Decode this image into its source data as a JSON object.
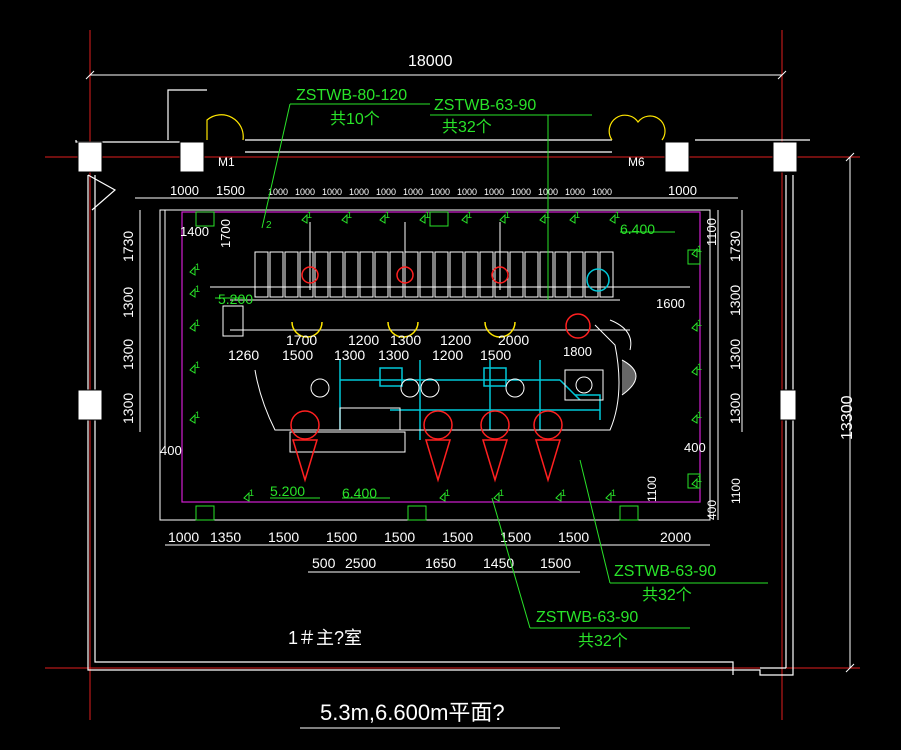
{
  "colors": {
    "background": "#000000",
    "wall": "#ffffff",
    "axis": "#e01e1e",
    "equipment_boundary": "#d21ed2",
    "leader": "#29e329",
    "door": "#ffe600",
    "pipe": "#00c8d8",
    "fan_frame": "#ffffff",
    "dimension": "#ffffff"
  },
  "drawing": {
    "overall_width_dim": "18000",
    "overall_height_dim": "13300",
    "door_left": "M1",
    "door_right": "M6",
    "room_name": "1＃主?室",
    "title": "5.3m,6.600m平面?"
  },
  "labels": [
    {
      "model": "ZSTWB-80-120",
      "count": "共10个"
    },
    {
      "model": "ZSTWB-63-90",
      "count": "共32个"
    },
    {
      "model": "ZSTWB-63-90",
      "count": "共32个"
    },
    {
      "model": "ZSTWB-63-90",
      "count": "共32个"
    }
  ],
  "levels": {
    "a": "6.400",
    "b": "5.200",
    "c": "6.400",
    "d": "5.200"
  },
  "dims": {
    "top": [
      "1000",
      "1500",
      "1000",
      "1000",
      "1000",
      "1000",
      "1000",
      "1000",
      "1000",
      "1000",
      "1000",
      "1000",
      "1000",
      "1000",
      "1000"
    ],
    "top_right": "1000",
    "r1400": "1400",
    "r1700": "1700",
    "r1600": "1600",
    "r1800": "1800",
    "mid_row": [
      "1260",
      "1500",
      "1300",
      "1300",
      "1200",
      "1500"
    ],
    "cols_row": [
      "1700",
      "1200",
      "1300",
      "1200",
      "2000"
    ],
    "bottom1": [
      "1000",
      "1350",
      "1500",
      "1500",
      "1500",
      "1500",
      "1500",
      "1500",
      "2000"
    ],
    "bottom2": [
      "500",
      "2500",
      "1650",
      "1450",
      "1500"
    ],
    "left_vert": [
      "1730",
      "1300",
      "1300",
      "1300"
    ],
    "left_400": "400",
    "right_vert": [
      "1100",
      "1730",
      "1300",
      "1300",
      "1300"
    ],
    "right_400": "400",
    "right_bottom": [
      "1100",
      "400",
      "1100"
    ],
    "marker": "1",
    "marker2": "2"
  }
}
